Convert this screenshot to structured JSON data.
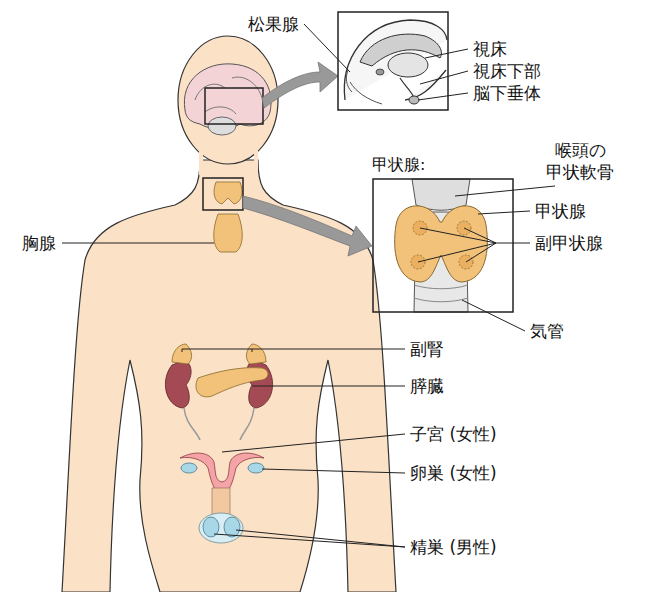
{
  "diagram": {
    "nodes": [
      {
        "text": [
          "甲状腺:"
        ]
      }
    ],
    "labels": [
      "松果腺",
      "視床",
      "視床下部",
      "脳下垂体",
      "喉頭の 甲状軟骨",
      "甲状腺",
      "副甲状腺",
      "胸腺",
      "気管",
      "副腎",
      "膵臓",
      "子宮 (女性)",
      "卵巣 (女性)",
      "精巣 (男性)"
    ]
  }
}
